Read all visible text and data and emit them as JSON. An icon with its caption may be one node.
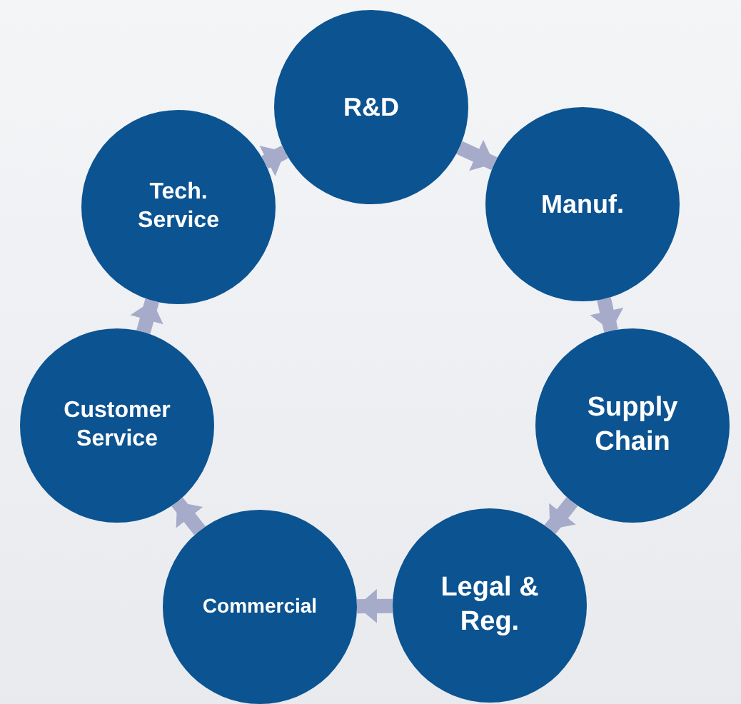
{
  "diagram": {
    "nodes": [
      {
        "text": [
          "R&D"
        ]
      },
      {
        "text": [
          "Manuf."
        ]
      },
      {
        "text": [
          "Supply Chain"
        ]
      },
      {
        "text": [
          "Legal & Reg."
        ]
      },
      {
        "text": [
          "Commercial"
        ]
      },
      {
        "text": [
          "Customer Service"
        ]
      },
      {
        "text": [
          "Tech. Service"
        ]
      }
    ],
    "edges": [
      {
        "from": 0,
        "to": 1,
        "arrow": "to"
      },
      {
        "from": 1,
        "to": 2,
        "arrow": "to"
      },
      {
        "from": 2,
        "to": 3,
        "arrow": "to"
      },
      {
        "from": 3,
        "to": 4,
        "arrow": "to"
      },
      {
        "from": 4,
        "to": 5,
        "arrow": "to"
      },
      {
        "from": 5,
        "to": 6,
        "arrow": "to"
      },
      {
        "from": 6,
        "to": 0,
        "arrow": "to"
      }
    ]
  }
}
